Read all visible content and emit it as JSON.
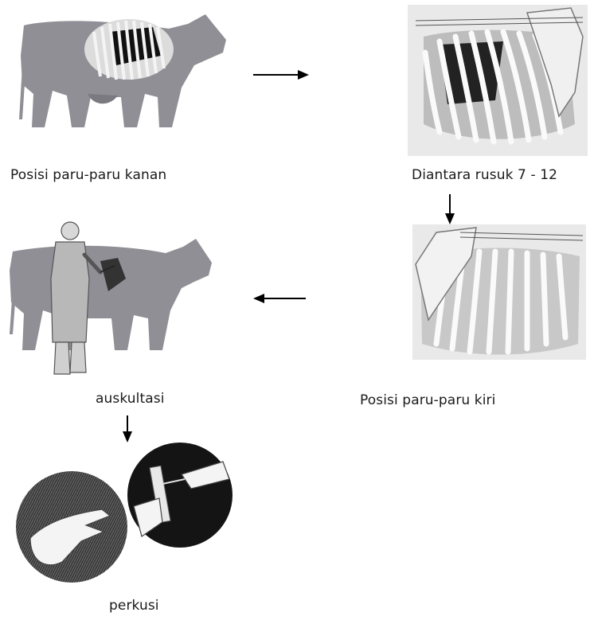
{
  "labels": {
    "right_lung": "Posisi paru-paru kanan",
    "ribs": "Diantara rusuk 7 - 12",
    "left_lung": "Posisi paru-paru kiri",
    "auscultation": "auskultasi",
    "percussion": "perkusi"
  },
  "colors": {
    "cow": "#8f8f95",
    "rib_bg": "#e2e2e2",
    "lung_dark": "#222222",
    "arrow": "#000000"
  }
}
